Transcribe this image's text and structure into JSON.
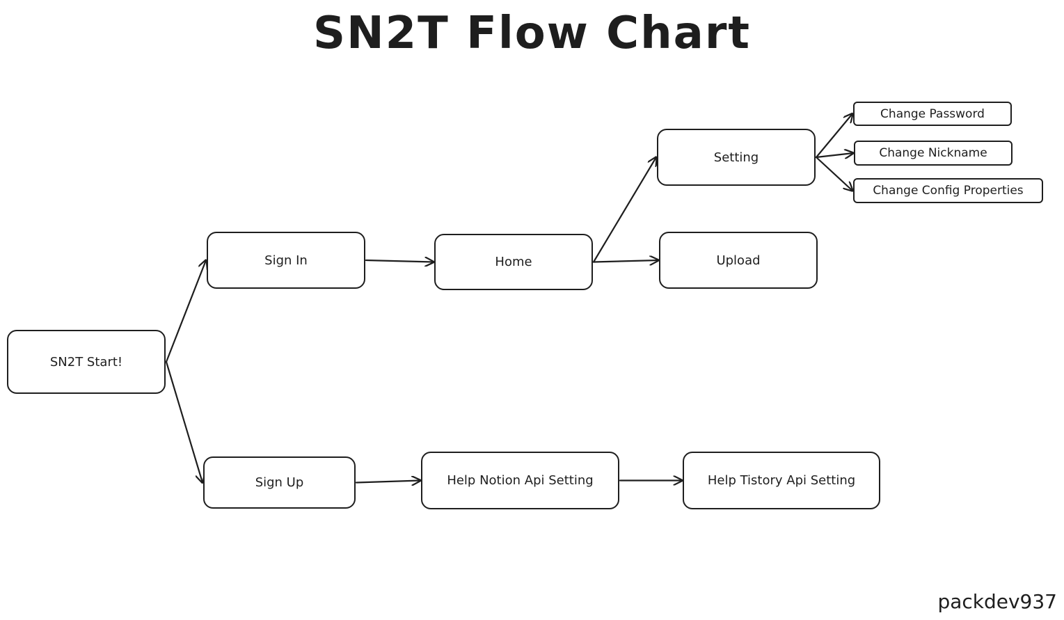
{
  "title": "SN2T Flow Chart",
  "signature": "packdev937",
  "nodes": {
    "start": "SN2T Start!",
    "signin": "Sign In",
    "signup": "Sign Up",
    "home": "Home",
    "setting": "Setting",
    "upload": "Upload",
    "change_password": "Change Password",
    "change_nickname": "Change Nickname",
    "change_config": "Change Config Properties",
    "help_notion": "Help Notion Api Setting",
    "help_tistory": "Help Tistory Api Setting"
  },
  "edges": [
    {
      "from": "start",
      "to": "signin"
    },
    {
      "from": "start",
      "to": "signup"
    },
    {
      "from": "signin",
      "to": "home"
    },
    {
      "from": "home",
      "to": "setting"
    },
    {
      "from": "home",
      "to": "upload"
    },
    {
      "from": "setting",
      "to": "change_password"
    },
    {
      "from": "setting",
      "to": "change_nickname"
    },
    {
      "from": "setting",
      "to": "change_config"
    },
    {
      "from": "signup",
      "to": "help_notion"
    },
    {
      "from": "help_notion",
      "to": "help_tistory"
    }
  ],
  "colors": {
    "stroke": "#1e1e1e",
    "background": "#ffffff"
  }
}
